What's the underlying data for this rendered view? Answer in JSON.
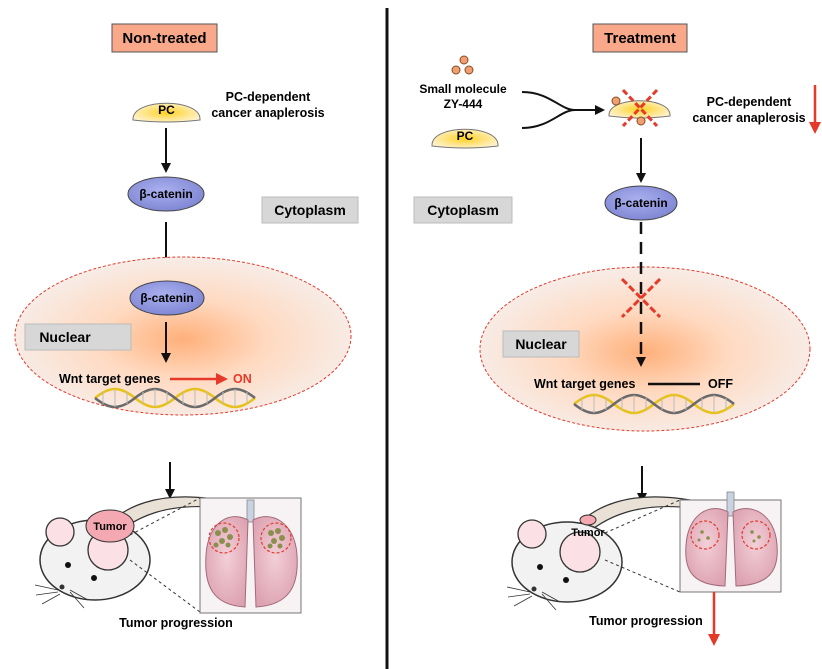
{
  "left": {
    "title": "Non-treated",
    "pc_label": "PC",
    "pc_caption_line1": "PC-dependent",
    "pc_caption_line2": "cancer anaplerosis",
    "cyto_catenin": "β-catenin",
    "compartment_cytoplasm": "Cytoplasm",
    "nuclear_catenin": "β-catenin",
    "compartment_nuclear": "Nuclear",
    "wnt_label": "Wnt target genes",
    "wnt_state": "ON",
    "tumor_label": "Tumor",
    "outcome": "Tumor progression"
  },
  "right": {
    "title": "Treatment",
    "drug_line1": "Small molecule",
    "drug_line2": "ZY-444",
    "pc_label": "PC",
    "pc_caption_line1": "PC-dependent",
    "pc_caption_line2": "cancer anaplerosis",
    "cyto_catenin": "β-catenin",
    "compartment_cytoplasm": "Cytoplasm",
    "compartment_nuclear": "Nuclear",
    "wnt_label": "Wnt target genes",
    "wnt_state": "OFF",
    "tumor_label": "Tumor",
    "outcome": "Tumor progression"
  },
  "colors": {
    "title_box": "#f9a98a",
    "catenin": "#8e94dc",
    "pc_glow": "#ffd21f",
    "nucleus_glow": "#ffb07a",
    "inhibition": "#e53a2a",
    "lung": "#e8b8c4",
    "divider": "#111111"
  }
}
